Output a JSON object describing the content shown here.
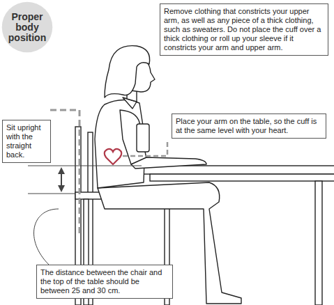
{
  "diagram": {
    "nodes": [
      {
        "text": [
          "Proper body position"
        ]
      },
      {
        "text": [
          "Remove clothing that constricts your upper arm, as well as any piece of a thick clothing, such as sweaters. Do not place the cuff over a thick clothing or roll up your sleeve if it constricts your arm and upper arm."
        ]
      },
      {
        "text": [
          "Sit upright with the straight back."
        ]
      },
      {
        "text": [
          "Place your arm on the table, so the cuff is at the same level with your heart."
        ]
      },
      {
        "text": [
          "The distance between the chair and the top of the table should be between 25 and 30 cm."
        ]
      }
    ]
  }
}
